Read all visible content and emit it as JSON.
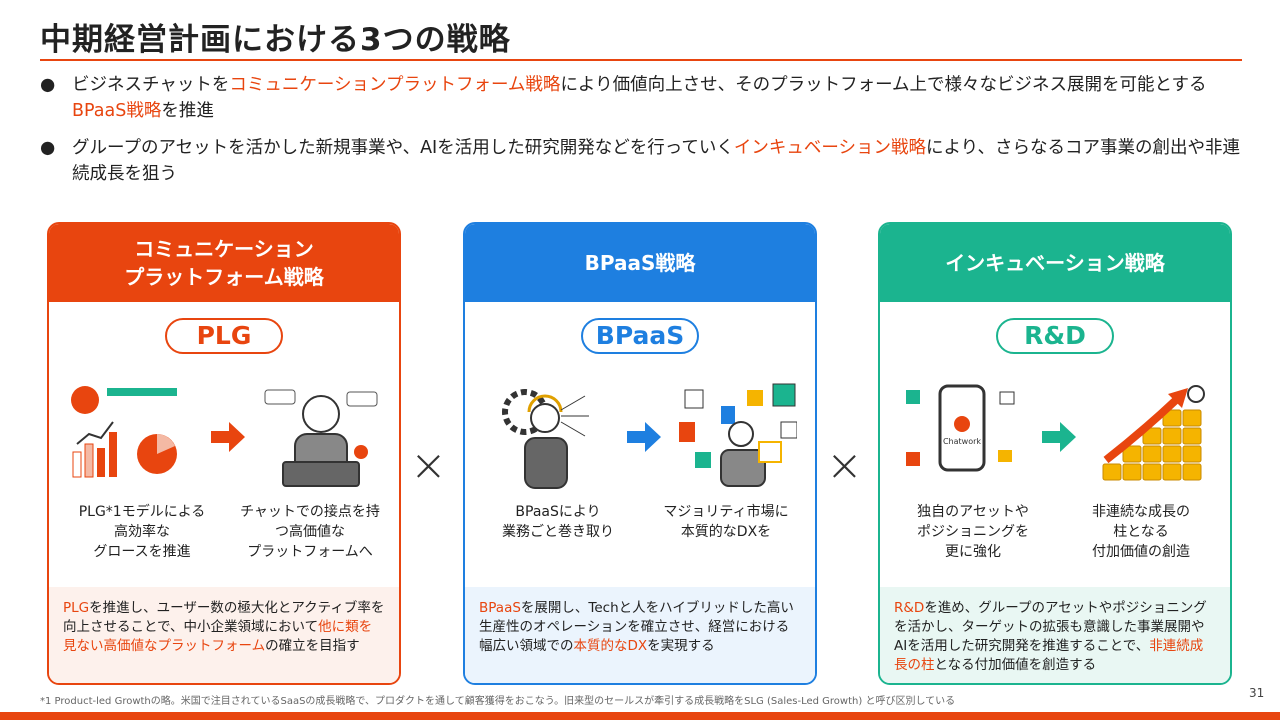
{
  "title": "中期経営計画における3つの戦略",
  "bullets": [
    {
      "pre": "ビジネスチャットを",
      "hl1": "コミュニケーションプラットフォーム戦略",
      "mid": "により価値向上させ、そのプラットフォーム上で様々なビジネス展開を可能とする",
      "hl2": "BPaaS戦略",
      "post": "を推進"
    },
    {
      "pre": "グループのアセットを活かした新規事業や、AIを活用した研究開発などを行っていく",
      "hl1": "インキュベーション戦略",
      "mid": "により、さらなるコア事業の創出や非連続成長を狙う",
      "hl2": "",
      "post": ""
    }
  ],
  "bullet_symbol": "●",
  "cards": [
    {
      "header": "コミュニケーション\nプラットフォーム戦略",
      "pill": "PLG",
      "color": "#e8450f",
      "cap1": "PLG*1モデルによる\n高効率な\nグロースを推進",
      "cap2": "チャットでの接点を持\nつ高価値な\nプラットフォームへ",
      "foot": [
        {
          "t": "PLG",
          "h": true
        },
        {
          "t": "を推進し、ユーザー数の極大化とアクティブ率を向上させることで、中小企業領域において",
          "h": false
        },
        {
          "t": "他に類を見ない高価値なプラットフォーム",
          "h": true
        },
        {
          "t": "の確立を目指す",
          "h": false
        }
      ]
    },
    {
      "header": "BPaaS戦略",
      "pill": "BPaaS",
      "color": "#1e7fe0",
      "cap1": "BPaaSにより\n業務ごと巻き取り",
      "cap2": "マジョリティ市場に\n本質的なDXを",
      "foot": [
        {
          "t": "BPaaS",
          "h": true
        },
        {
          "t": "を展開し、Techと人をハイブリッドした高い生産性のオペレーションを確立させ、経営における幅広い領域での",
          "h": false
        },
        {
          "t": "本質的なDX",
          "h": true
        },
        {
          "t": "を実現する",
          "h": false
        }
      ]
    },
    {
      "header": "インキュベーション戦略",
      "pill": "R&D",
      "color": "#1bb48f",
      "cap1": "独自のアセットや\nポジショニングを\n更に強化",
      "cap2": "非連続な成長の\n柱となる\n付加価値の創造",
      "foot": [
        {
          "t": "R&D",
          "h": true
        },
        {
          "t": "を進め、グループのアセットやポジショニングを活かし、ターゲットの拡張も意識した事業展開やAIを活用した研究開発を推進することで、",
          "h": false
        },
        {
          "t": "非連続成長の柱",
          "h": true
        },
        {
          "t": "となる付加価値を創造する",
          "h": false
        }
      ]
    }
  ],
  "times_symbol": "×",
  "phone_logo": "Chatwork",
  "footnote": "*1 Product-led Growthの略。米国で注目されているSaaSの成長戦略で、プロダクトを通して顧客獲得をおこなう。旧来型のセールスが牽引する成長戦略をSLG (Sales-Led Growth) と呼び区別している",
  "page_number": "31"
}
